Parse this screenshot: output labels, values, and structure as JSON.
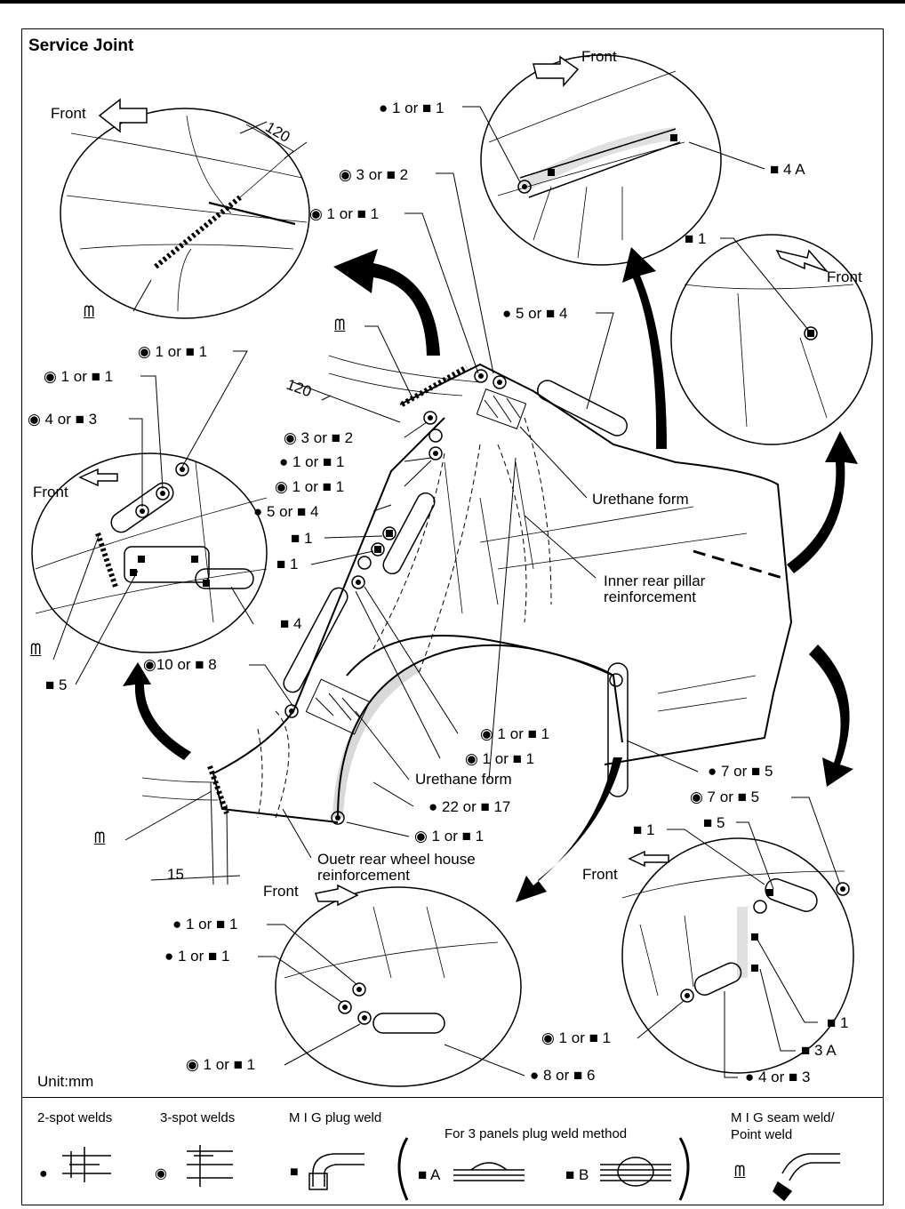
{
  "title": "Service Joint",
  "unit": "Unit:mm",
  "front": "Front",
  "dims": {
    "d120a": "120",
    "d120b": "120",
    "d15": "15"
  },
  "callouts": {
    "c01": "● 1 or ■ 1",
    "c02": "◉ 3 or ■ 2",
    "c03": "■ 4 A",
    "c04": "◉ 1 or ■ 1",
    "c05": "■ 1",
    "c06": "● 5 or ■ 4",
    "c07": "◉ 1 or ■ 1",
    "c08": "◉ 1 or ■ 1",
    "c09": "◉ 4 or ■ 3",
    "c10": "◉ 3 or ■ 2",
    "c11": "● 1 or ■ 1",
    "c12": "◉ 1 or ■ 1",
    "c13": "● 5 or ■ 4",
    "c14": "■ 1",
    "c15": "■ 1",
    "c16": "■ 4",
    "c17": "■ 5",
    "c18": "◉10 or ■ 8",
    "c19": "◉ 1 or ■ 1",
    "c20": "◉ 1 or ■ 1",
    "c21": "● 7 or ■ 5",
    "c22": "◉ 7 or ■ 5",
    "c23": "■ 1",
    "c24": "■ 5",
    "c25": "● 22 or ■ 17",
    "c26": "◉ 1 or ■ 1",
    "c27": "● 1 or ■ 1",
    "c28": "● 1 or ■ 1",
    "c29": "◉ 1 or ■ 1",
    "c30": "● 8 or ■ 6",
    "c31": "◉ 1 or ■ 1",
    "c32": "■ 1",
    "c33": "■ 3 A",
    "c34": "● 4 or ■ 3"
  },
  "parts": {
    "urethane1": "Urethane form",
    "inner_pillar_1": "Inner rear pillar",
    "inner_pillar_2": "reinforcement",
    "urethane2": "Urethane form",
    "outer_wheel_1": "Ouetr rear wheel house",
    "outer_wheel_2": "reinforcement",
    "mig": "ᗰ"
  },
  "legend": {
    "two_spot": "2-spot welds",
    "three_spot": "3-spot welds",
    "mig_plug": "M I G plug weld",
    "three_panel": "For 3 panels plug weld method",
    "mig_seam_1": "M I G seam weld/",
    "mig_seam_2": "Point weld",
    "a_label": "■ A",
    "b_label": "■ B",
    "dot": "●",
    "ring": "◉",
    "square": "■"
  }
}
